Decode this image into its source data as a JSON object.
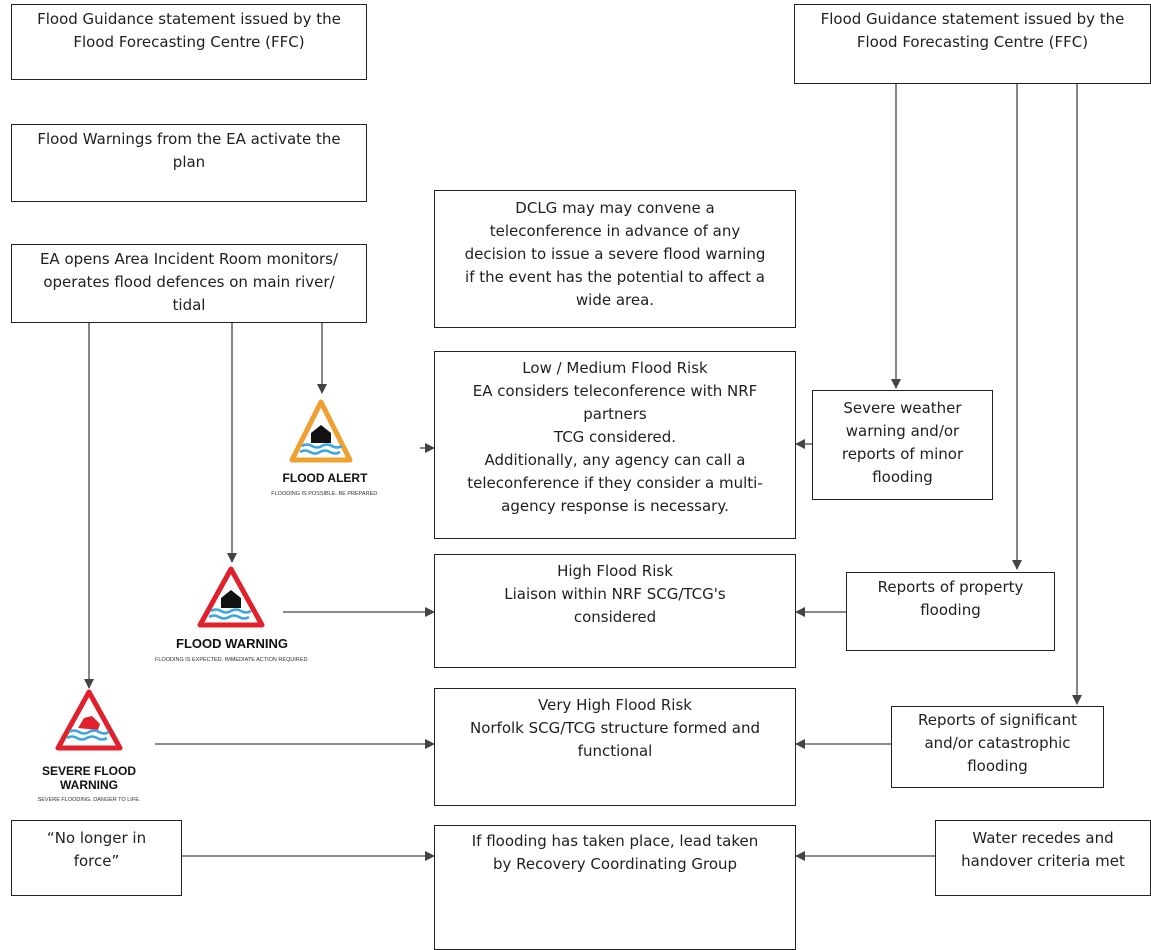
{
  "boxes": {
    "ffc_left": [
      "Flood Guidance statement issued by the",
      "Flood Forecasting Centre (FFC)"
    ],
    "ea_warnings": [
      "Flood Warnings from the EA activate the",
      "plan"
    ],
    "ea_incident": [
      "EA opens Area Incident Room monitors/",
      "operates flood defences on main river/",
      "tidal"
    ],
    "ffc_right": [
      "Flood Guidance statement issued by the",
      "Flood Forecasting Centre (FFC)"
    ],
    "dclg": [
      "DCLG may may convene a",
      "teleconference in advance of any",
      "decision to issue a severe flood warning",
      "if the event has the potential to affect a",
      "wide area."
    ],
    "low_medium": [
      "Low / Medium Flood Risk",
      "EA considers teleconference with NRF",
      "partners",
      "TCG considered.",
      "Additionally, any agency can call a",
      "teleconference if they consider a multi-",
      "agency response is necessary."
    ],
    "severe_weather": [
      "Severe weather",
      "warning and/or",
      "reports of minor",
      "flooding"
    ],
    "high": [
      "High Flood Risk",
      "Liaison within NRF SCG/TCG's",
      "considered"
    ],
    "property": [
      "Reports of property",
      "flooding"
    ],
    "very_high": [
      "Very High Flood Risk",
      "Norfolk SCG/TCG structure formed and",
      "functional"
    ],
    "significant": [
      "Reports of significant",
      "and/or catastrophic",
      "flooding"
    ],
    "no_longer": [
      "“No longer in",
      "force”"
    ],
    "recovery": [
      "If flooding has taken place,  lead taken",
      "by Recovery Coordinating Group"
    ],
    "water_recedes": [
      "Water recedes and",
      "handover criteria met"
    ]
  },
  "icons": {
    "flood_alert": {
      "title": "FLOOD ALERT",
      "subtitle": "FLOODING IS POSSIBLE. BE PREPARED.",
      "color": "#f0a030"
    },
    "flood_warning": {
      "title": "FLOOD WARNING",
      "subtitle": "FLOODING IS EXPECTED. IMMEDIATE ACTION REQUIRED.",
      "color": "#e0202a"
    },
    "severe_flood_warning": {
      "title_line1": "SEVERE FLOOD",
      "title_line2": "WARNING",
      "subtitle": "SEVERE FLOODING. DANGER TO LIFE.",
      "color": "#e0202a"
    }
  },
  "colors": {
    "water": "#3aa6e0",
    "line": "#444444"
  }
}
